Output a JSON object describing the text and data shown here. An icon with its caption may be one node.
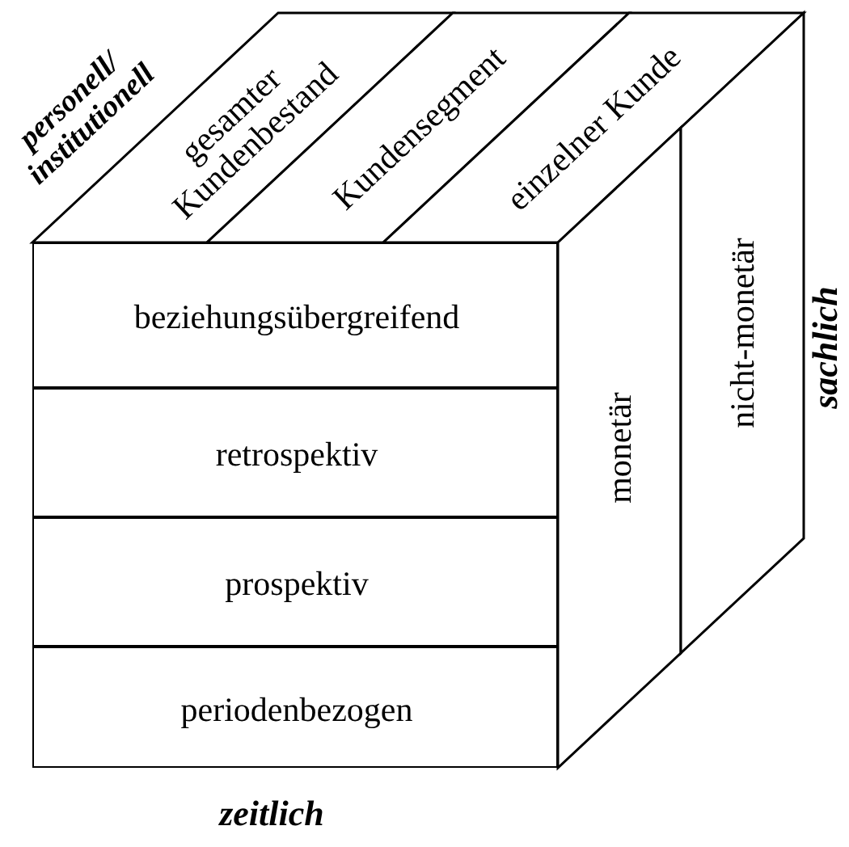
{
  "diagram": {
    "nodes": [
      {
        "text": [
          "gesamter Kundenbestand"
        ]
      },
      {
        "text": [
          "Kundensegment"
        ]
      },
      {
        "text": [
          "einzelner Kunde"
        ]
      },
      {
        "text": [
          "beziehungsübergreifend"
        ]
      },
      {
        "text": [
          "retrospektiv"
        ]
      },
      {
        "text": [
          "prospektiv"
        ]
      },
      {
        "text": [
          "periodenbezogen"
        ]
      },
      {
        "text": [
          "monetär"
        ]
      },
      {
        "text": [
          "nicht-monetär"
        ]
      }
    ],
    "labels": [
      "personell/ institutionell",
      "sachlich",
      "zeitlich"
    ]
  }
}
